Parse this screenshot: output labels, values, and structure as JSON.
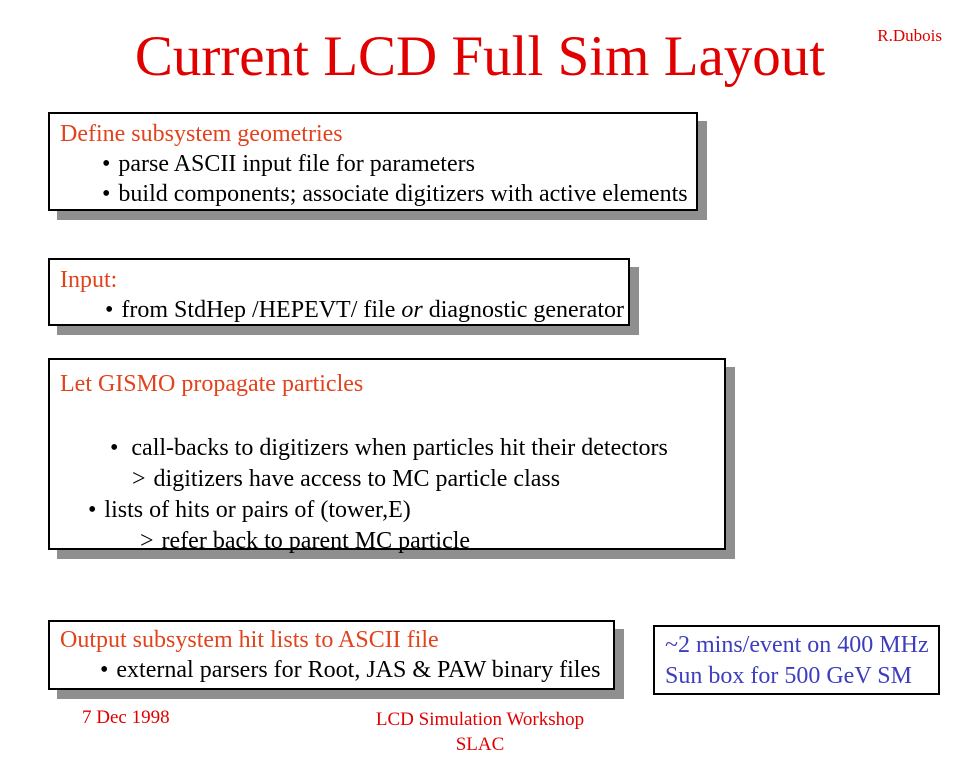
{
  "colors": {
    "title_red": "#e00000",
    "heading_red": "#e2431c",
    "body_black": "#000000",
    "note_blue": "#3d3dbe",
    "shadow_gray": "#8f8f8f"
  },
  "slide": {
    "title": "Current LCD Full Sim Layout",
    "author": "R.Dubois",
    "boxes": [
      {
        "heading": "Define subsystem geometries",
        "items": [
          {
            "marker": "•",
            "text": "parse ASCII input file for parameters"
          },
          {
            "marker": "•",
            "text": "build components; associate digitizers with active elements"
          }
        ]
      },
      {
        "heading": "Input:",
        "item": {
          "marker": "•",
          "text_pre": "from StdHep /HEPEVT/ file ",
          "text_italic": "or",
          "text_post": " diagnostic generator"
        }
      },
      {
        "heading": "Let GISMO propagate particles",
        "items": [
          {
            "marker": "•",
            "text": "call-backs to digitizers when particles hit their detectors"
          },
          {
            "marker": ">",
            "text": "digitizers have access to MC particle class"
          },
          {
            "marker": "•",
            "text": "lists of hits or pairs of (tower,E)"
          },
          {
            "marker": ">",
            "text": "refer back to parent MC particle"
          }
        ]
      },
      {
        "heading": "Output subsystem hit lists to ASCII file",
        "items": [
          {
            "marker": "•",
            "text": "external parsers for Root, JAS & PAW binary files"
          }
        ]
      }
    ],
    "note": {
      "line1": "~2 mins/event on 400 MHz",
      "line2": "Sun box for 500 GeV SM"
    },
    "footer": {
      "date": "7 Dec 1998",
      "workshop": "LCD Simulation Workshop",
      "location": "SLAC"
    }
  }
}
